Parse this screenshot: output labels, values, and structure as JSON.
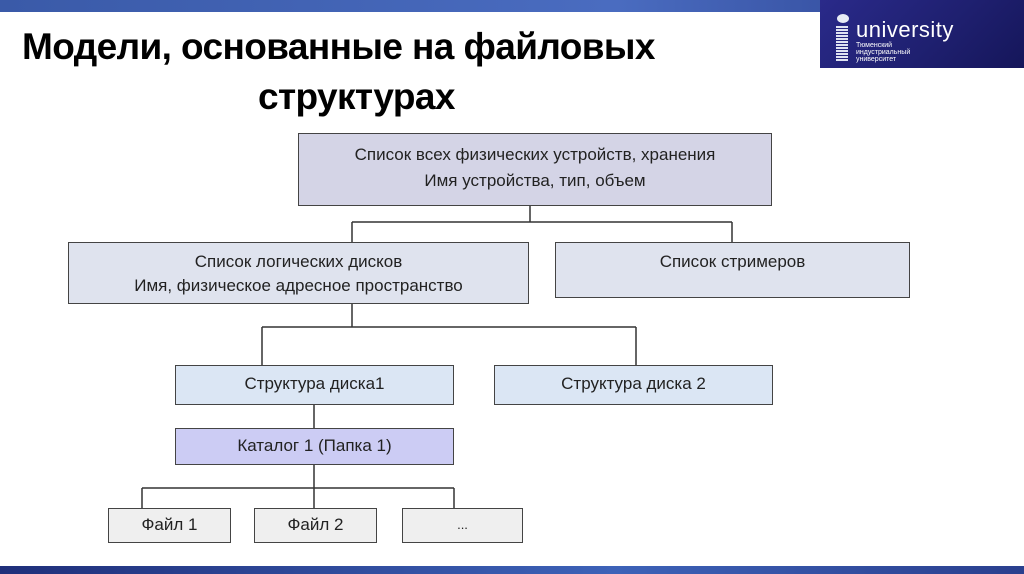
{
  "title": {
    "line1": "Модели, основанные на файловых",
    "line2": "структурах"
  },
  "logo": {
    "word": "university",
    "subtitle": "Тюменский индустриальный университет"
  },
  "diagram": {
    "root": {
      "line1": "Список всех физических устройств, хранения",
      "line2": "Имя устройства, тип, объем"
    },
    "logical_disks": {
      "line1": "Список логических дисков",
      "line2": "Имя, физическое адресное пространство"
    },
    "streamers": {
      "line1": "Список стримеров"
    },
    "disk1": {
      "label": "Структура диска1"
    },
    "disk2": {
      "label": "Структура диска 2"
    },
    "catalog": {
      "label": "Каталог 1 (Папка 1)"
    },
    "files": [
      {
        "label": "Файл 1"
      },
      {
        "label": "Файл 2"
      },
      {
        "label": "..."
      }
    ]
  },
  "colors": {
    "root": "#d4d4e6",
    "level2": "#dfe3ee",
    "level3": "#dbe6f4",
    "catalog": "#ccccf4",
    "files": "#efefef"
  }
}
